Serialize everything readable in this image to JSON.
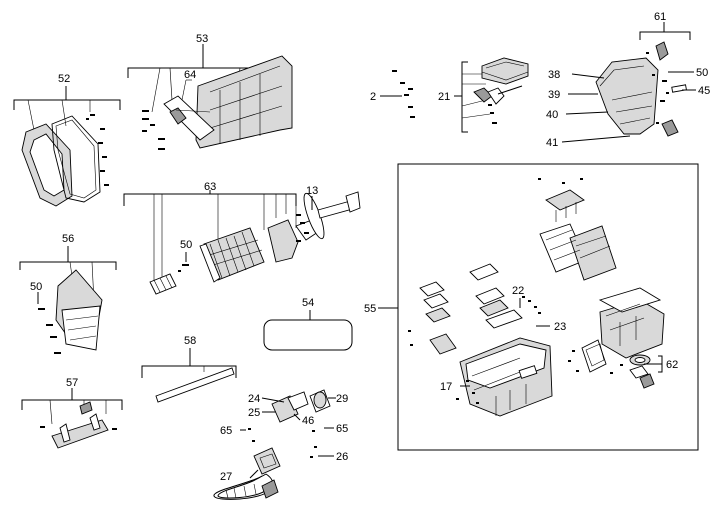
{
  "callouts": {
    "c2": "2",
    "c13": "13",
    "c17": "17",
    "c21": "21",
    "c22": "22",
    "c23": "23",
    "c24": "24",
    "c25": "25",
    "c26": "26",
    "c27": "27",
    "c29": "29",
    "c38": "38",
    "c39": "39",
    "c40": "40",
    "c41": "41",
    "c45": "45",
    "c46": "46",
    "c50a": "50",
    "c50b": "50",
    "c50c": "50",
    "c52": "52",
    "c53": "53",
    "c54": "54",
    "c55": "55",
    "c56": "56",
    "c57": "57",
    "c58": "58",
    "c61": "61",
    "c62": "62",
    "c63": "63",
    "c64": "64",
    "c65a": "65",
    "c65b": "65"
  }
}
